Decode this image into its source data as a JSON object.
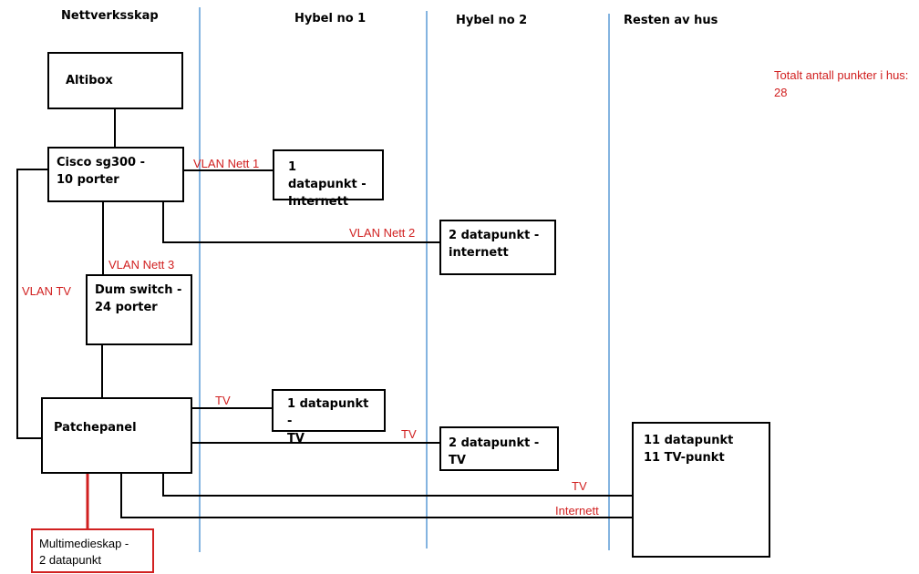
{
  "columns": {
    "nettverksskap": "Nettverksskap",
    "hybel1": "Hybel no 1",
    "hybel2": "Hybel no 2",
    "resten": "Resten av hus"
  },
  "boxes": {
    "altibox": "Altibox",
    "cisco": "Cisco sg300 -\n10 porter",
    "dumswitch": "Dum switch -\n24 porter",
    "patchepanel": "Patchepanel",
    "multimedie": "Multimedieskap -\n2 datapunkt",
    "h1_internett": "1 datapunkt -\nInternett",
    "h2_internett": "2 datapunkt -\ninternett",
    "h1_tv": "1 datapunkt -\nTV",
    "h2_tv": "2 datapunkt -\nTV",
    "resten": "11 datapunkt\n11 TV-punkt"
  },
  "labels": {
    "vlan1": "VLAN Nett 1",
    "vlan2": "VLAN Nett 2",
    "vlan3": "VLAN Nett 3",
    "vlantv": "VLAN TV",
    "tv1": "TV",
    "tv2": "TV",
    "tv3": "TV",
    "internett": "Internett"
  },
  "note": "Totalt antall punkter i hus: 28",
  "colors": {
    "accent": "#d12020",
    "divider": "#5b9bd5",
    "line": "#000000"
  }
}
